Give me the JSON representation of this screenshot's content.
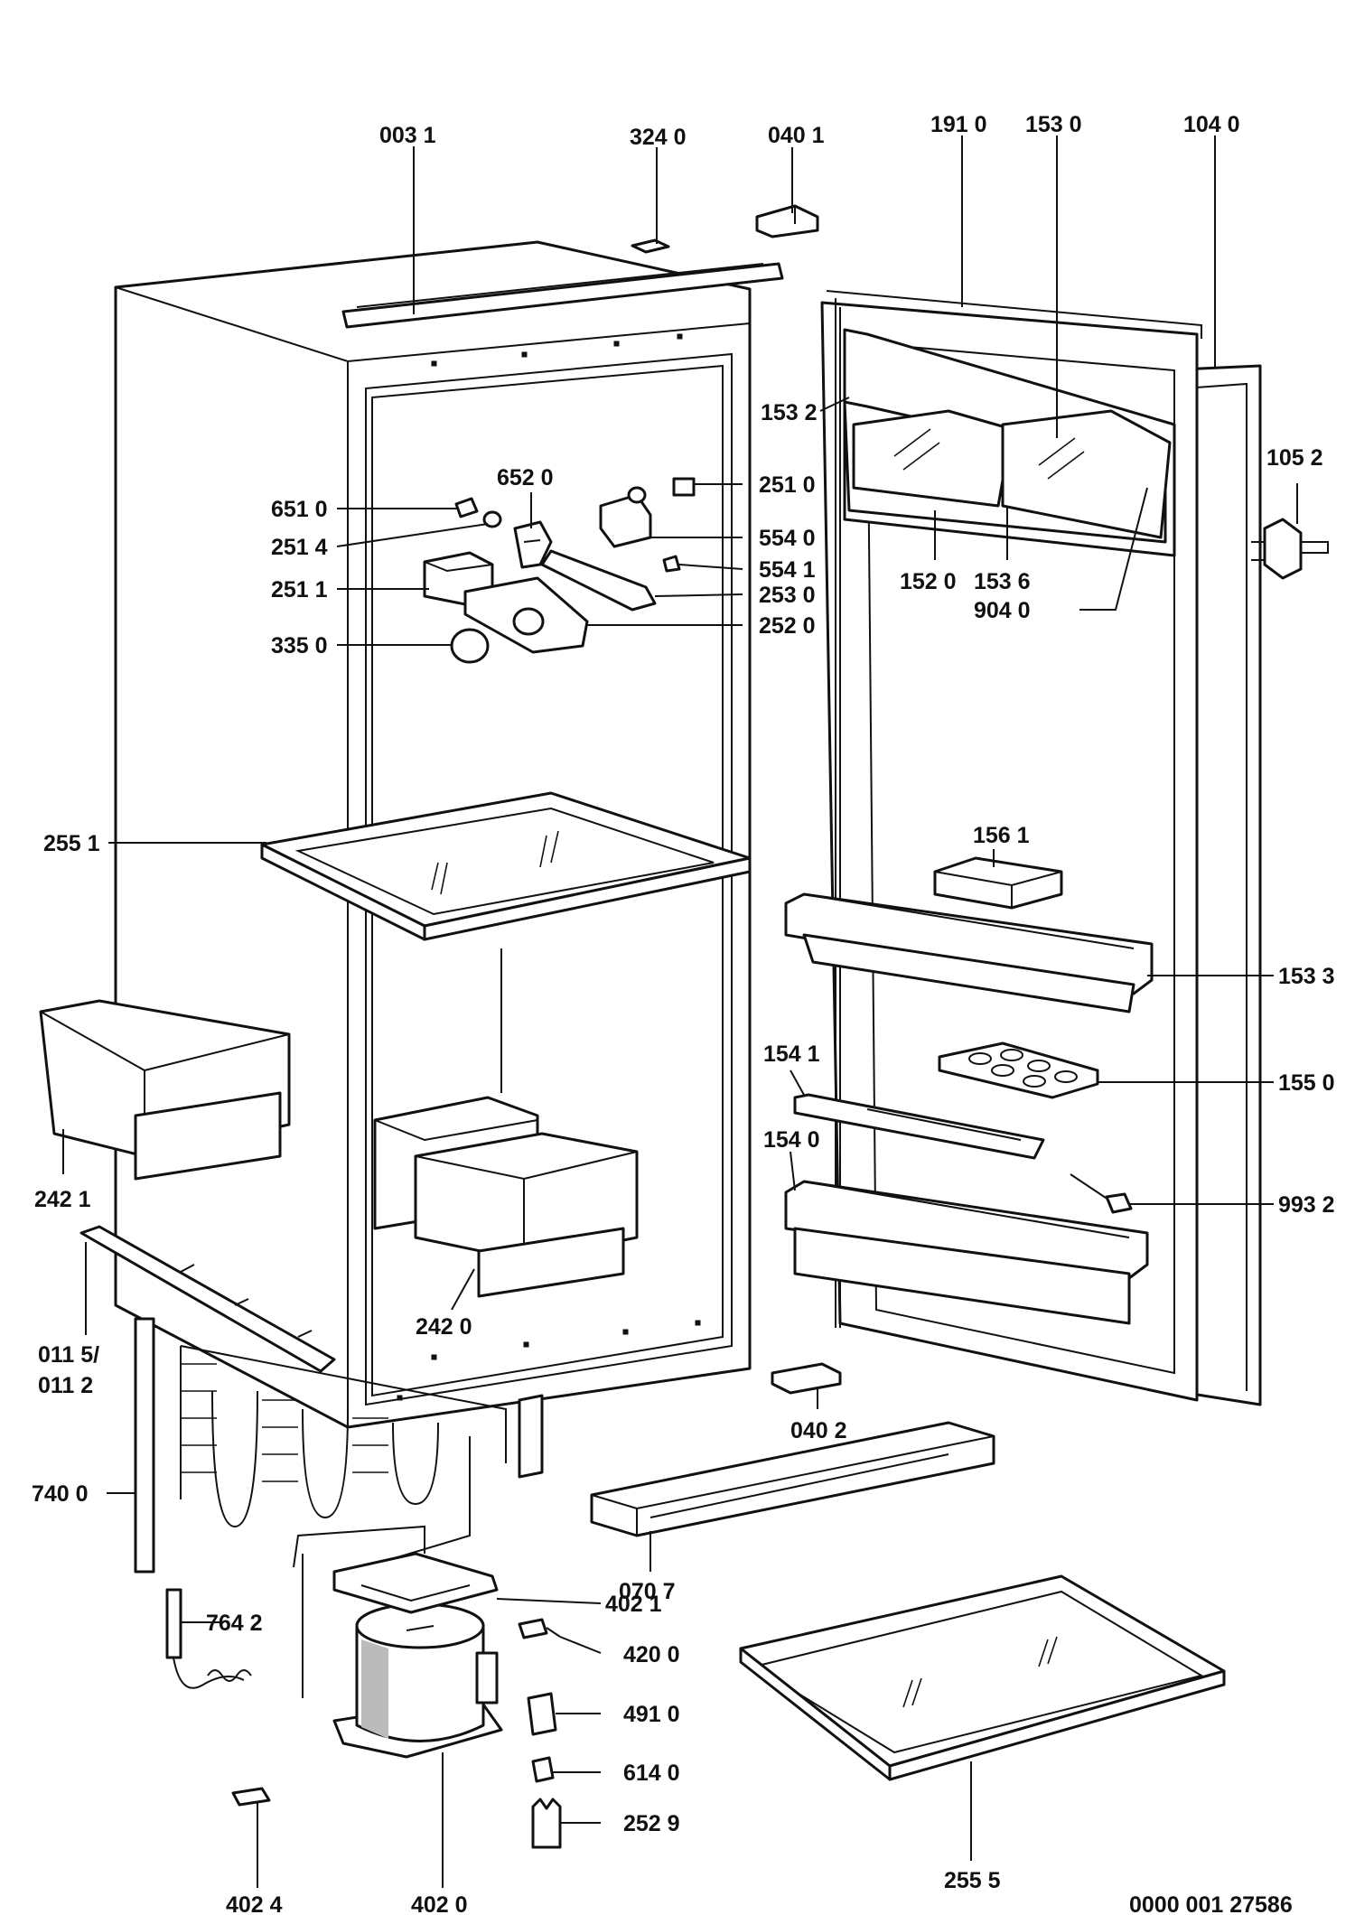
{
  "diagram_id": "0000 001 27586",
  "parts": {
    "p0031": "003 1",
    "p3240": "324 0",
    "p0401": "040 1",
    "p1910": "191 0",
    "p1530": "153 0",
    "p1040": "104 0",
    "p1532": "153 2",
    "p1052": "105 2",
    "p6520": "652 0",
    "p2510": "251 0",
    "p6510": "651 0",
    "p2514": "251 4",
    "p5540": "554 0",
    "p5541": "554 1",
    "p2511": "251 1",
    "p2530": "253 0",
    "p1520": "152 0",
    "p1536": "153 6",
    "p9040": "904 0",
    "p2520": "252 0",
    "p3350": "335 0",
    "p1561": "156 1",
    "p2551": "255 1",
    "p1533": "153 3",
    "p1541": "154 1",
    "p1550": "155 0",
    "p2421": "242 1",
    "p1540": "154 0",
    "p9932": "993 2",
    "p2420": "242 0",
    "p0115": "011 5/",
    "p0112": "011 2",
    "p0402": "040 2",
    "p7400": "740 0",
    "p0707": "070 7",
    "p4021": "402 1",
    "p7642": "764 2",
    "p4200": "420 0",
    "p4910": "491 0",
    "p6140": "614 0",
    "p2529": "252 9",
    "p2555": "255 5",
    "p4024": "402 4",
    "p4020": "402 0"
  }
}
